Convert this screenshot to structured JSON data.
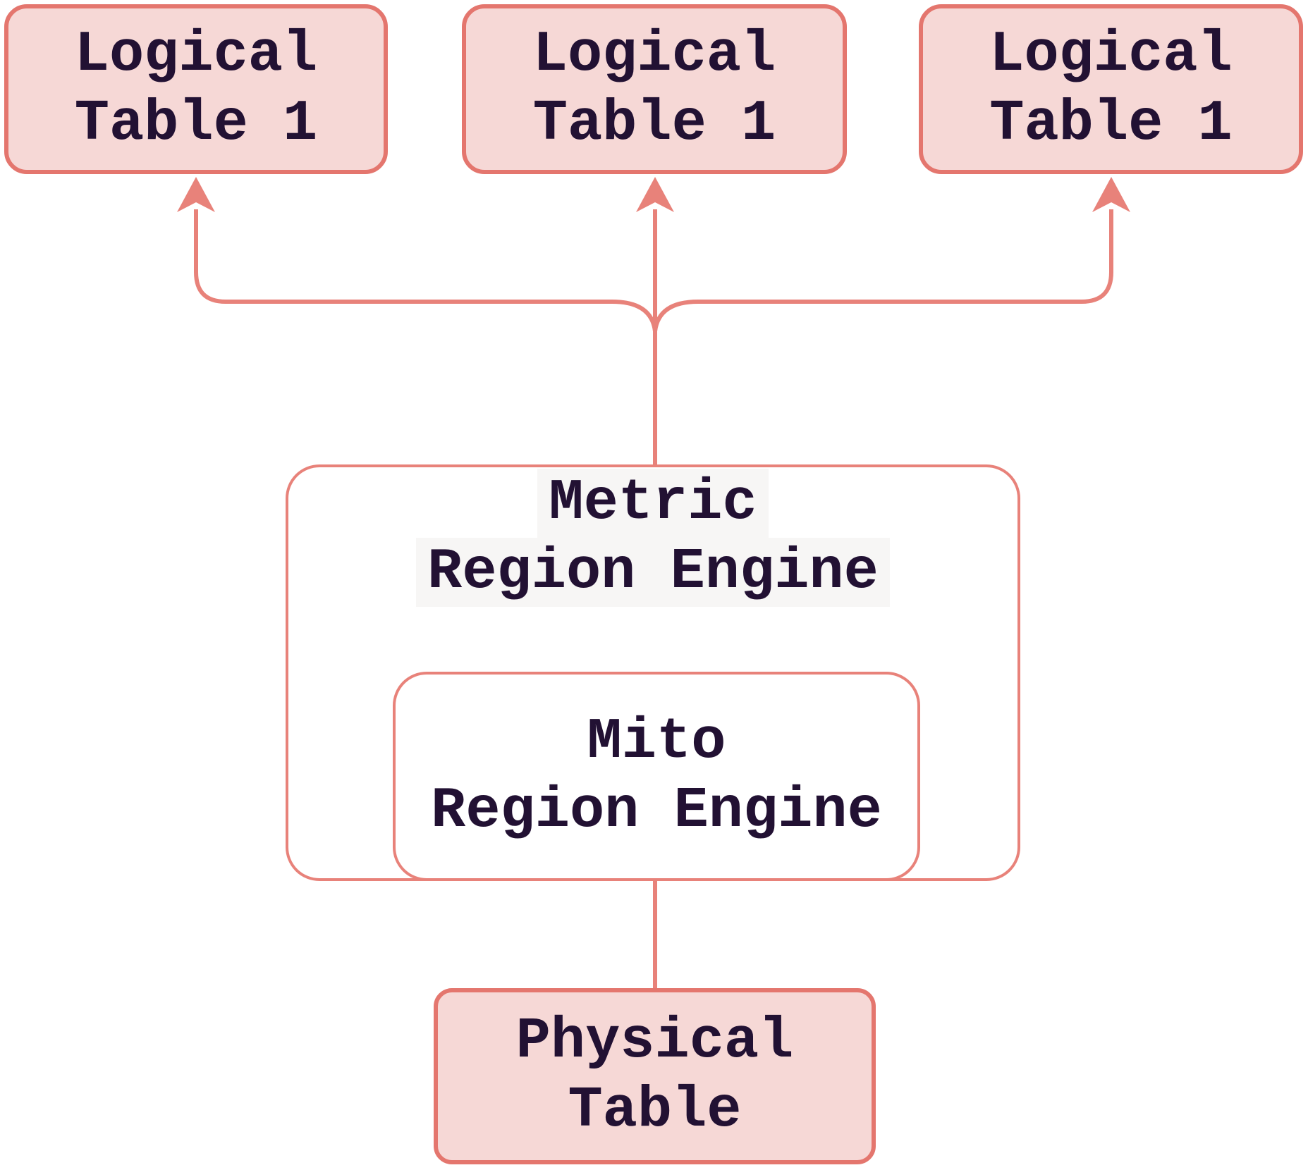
{
  "nodes": {
    "lt_left": {
      "line1": "Logical",
      "line2": "Table 1"
    },
    "lt_center": {
      "line1": "Logical",
      "line2": "Table 1"
    },
    "lt_right": {
      "line1": "Logical",
      "line2": "Table 1"
    },
    "metric": {
      "line1": "Metric",
      "line2": "Region Engine"
    },
    "mito": {
      "line1": "Mito",
      "line2": "Region Engine"
    },
    "physical": {
      "line1": "Physical",
      "line2": "Table"
    }
  },
  "colors": {
    "background": "#ffffff",
    "node_fill_pink": "#f6d8d6",
    "node_border": "#e4766e",
    "arrow": "#e8827a",
    "text": "#221133",
    "text_highlight": "#f7f6f5"
  }
}
